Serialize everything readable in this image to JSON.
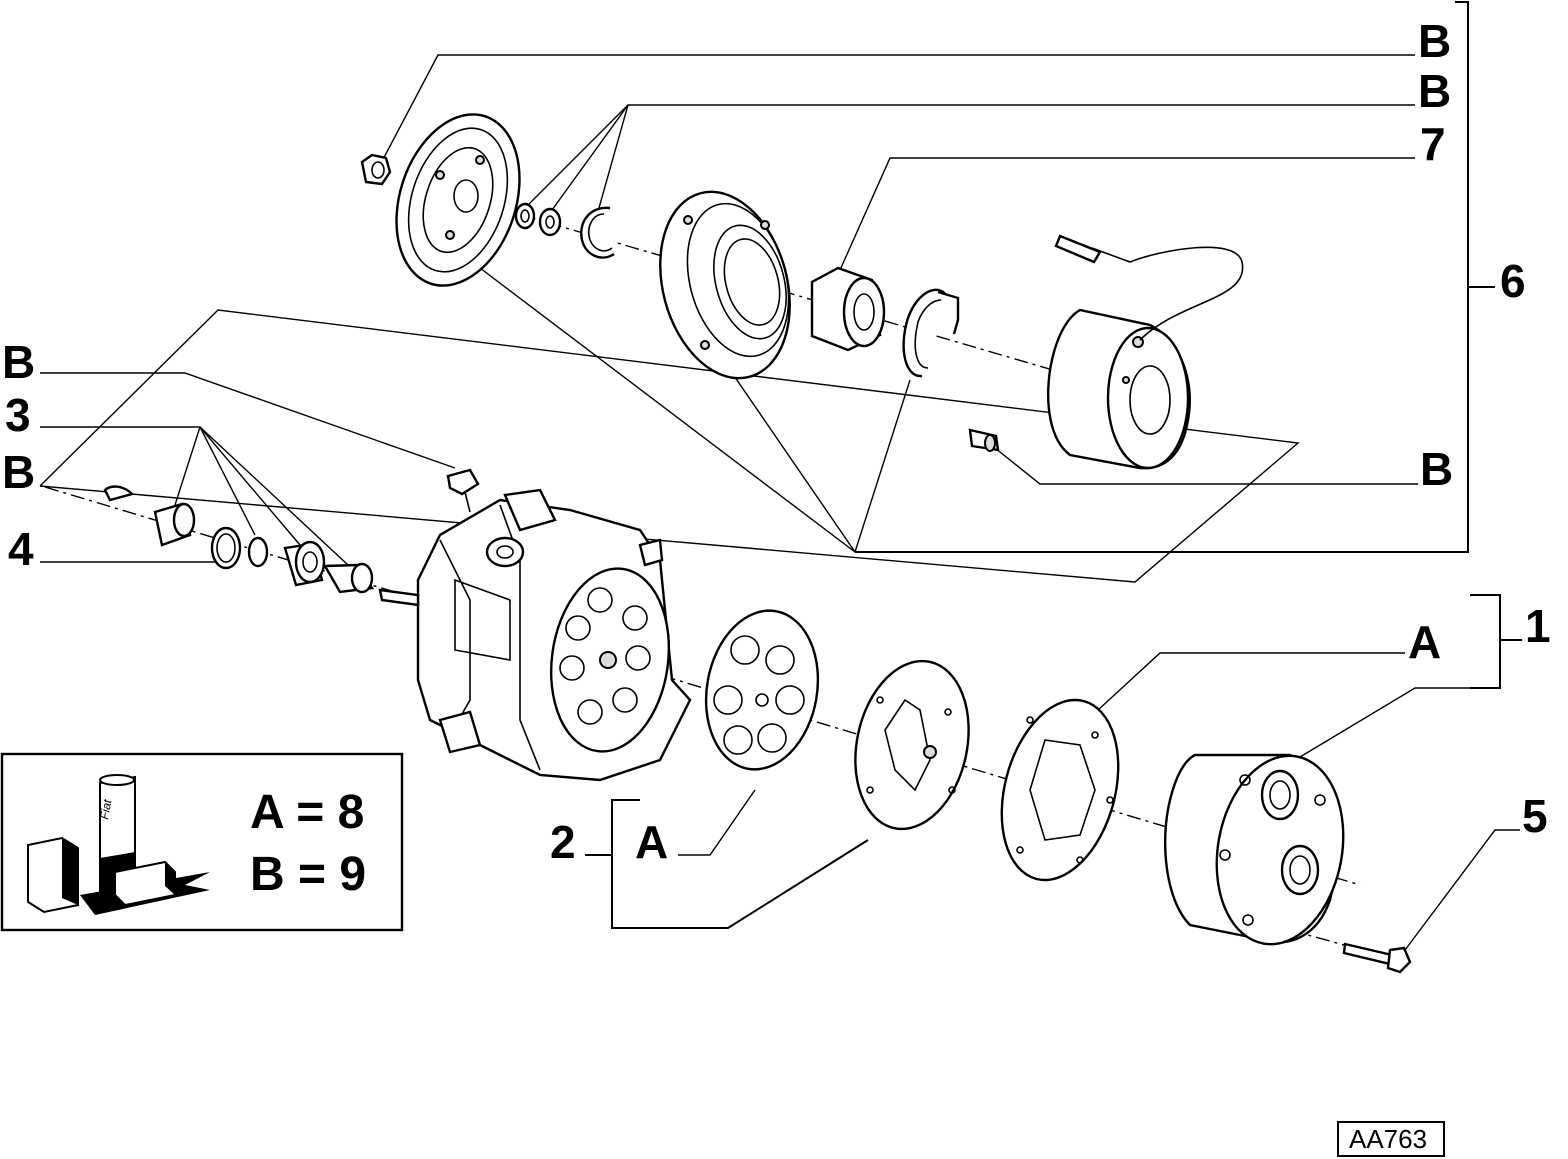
{
  "callouts": {
    "b_top_1": "B",
    "b_top_2": "B",
    "seven": "7",
    "six": "6",
    "b_right": "B",
    "b_left_1": "B",
    "three": "3",
    "b_left_2": "B",
    "four": "4",
    "a_right": "A",
    "one": "1",
    "five": "5",
    "two": "2",
    "a_bottom": "A"
  },
  "legend": {
    "line_a": "A = 8",
    "line_b": "B = 9",
    "can_label": "Fiat"
  },
  "reference_code": "AA763"
}
